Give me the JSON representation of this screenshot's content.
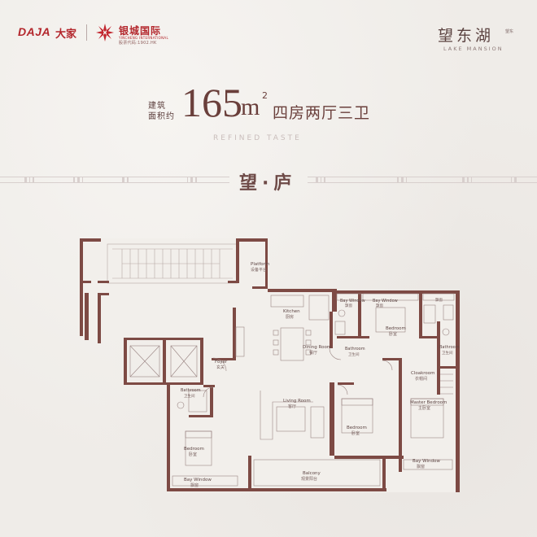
{
  "header": {
    "brand_daja": "DAJA",
    "brand_daja_cn": "大家",
    "brand_yincheng": "银城国际",
    "brand_yincheng_en": "YINCHENG INTERNATIONAL",
    "brand_yincheng_stock": "股票代码:1902.HK",
    "project_cn": "望东湖",
    "project_small": "望东",
    "project_en": "LAKE MANSION"
  },
  "title": {
    "label_line1": "建筑",
    "label_line2": "面积约",
    "area_value": "165",
    "area_unit": "m",
    "area_sup": "2",
    "unit_type": "四房两厅三卫",
    "tagline": "REFINED TASTE",
    "unit_name": "望·庐"
  },
  "rooms": {
    "platform_en": "Platform",
    "platform_cn": "设备平台",
    "kitchen_en": "Kitchen",
    "kitchen_cn": "厨房",
    "dining_en": "Dining Room",
    "dining_cn": "餐厅",
    "foyer_en": "Foyer",
    "foyer_cn": "玄关",
    "living_en": "Living Room",
    "living_cn": "客厅",
    "bay_window_en": "Bay Window",
    "bay_window_cn": "飘窗",
    "bedroom_en": "Bedroom",
    "bedroom_cn": "卧室",
    "bathroom_en": "Bathroom",
    "bathroom_cn": "卫生间",
    "cloakroom_en": "Cloakroom",
    "cloakroom_cn": "衣帽间",
    "master_en": "Master Bedroom",
    "master_cn": "主卧室",
    "balcony_en": "Balcony",
    "balcony_cn": "观景阳台"
  },
  "colors": {
    "brand_red": "#b3262c",
    "wall": "#7d4a44",
    "title": "#6a3f3b",
    "background": "#efece8"
  }
}
